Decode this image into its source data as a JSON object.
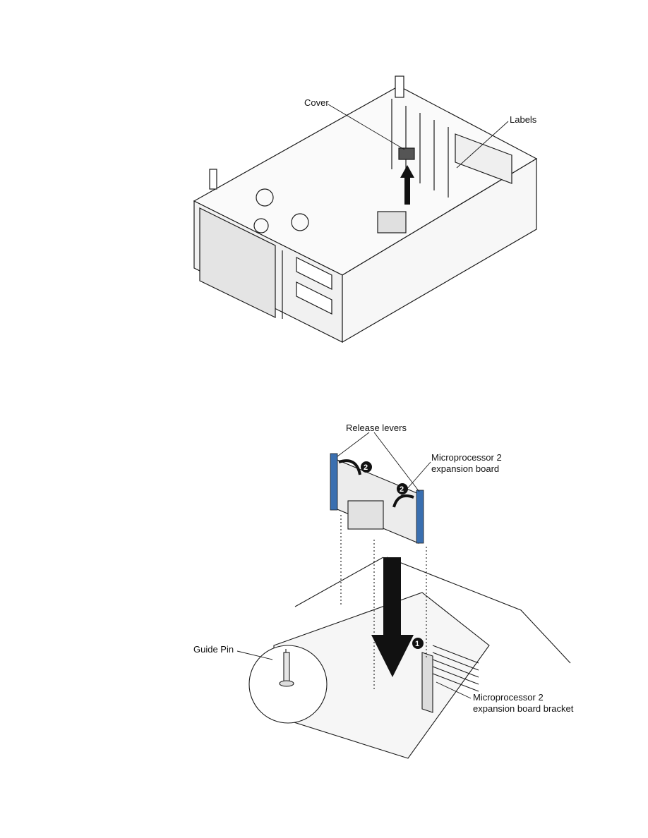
{
  "figure1": {
    "labels": {
      "cover": "Cover",
      "labels": "Labels"
    }
  },
  "figure2": {
    "labels": {
      "release_levers": "Release levers",
      "board_line1": "Microprocessor 2",
      "board_line2": "expansion board",
      "guide_pin": "Guide Pin",
      "bracket_line1": "Microprocessor 2",
      "bracket_line2": "expansion  board  bracket"
    },
    "callouts": {
      "step1": "1",
      "step2a": "2",
      "step2b": "2"
    }
  },
  "colors": {
    "lever_blue": "#3a6fb0",
    "line": "#1a1a1a",
    "arrow": "#111111",
    "panel_grey": "#e8e8e8"
  }
}
